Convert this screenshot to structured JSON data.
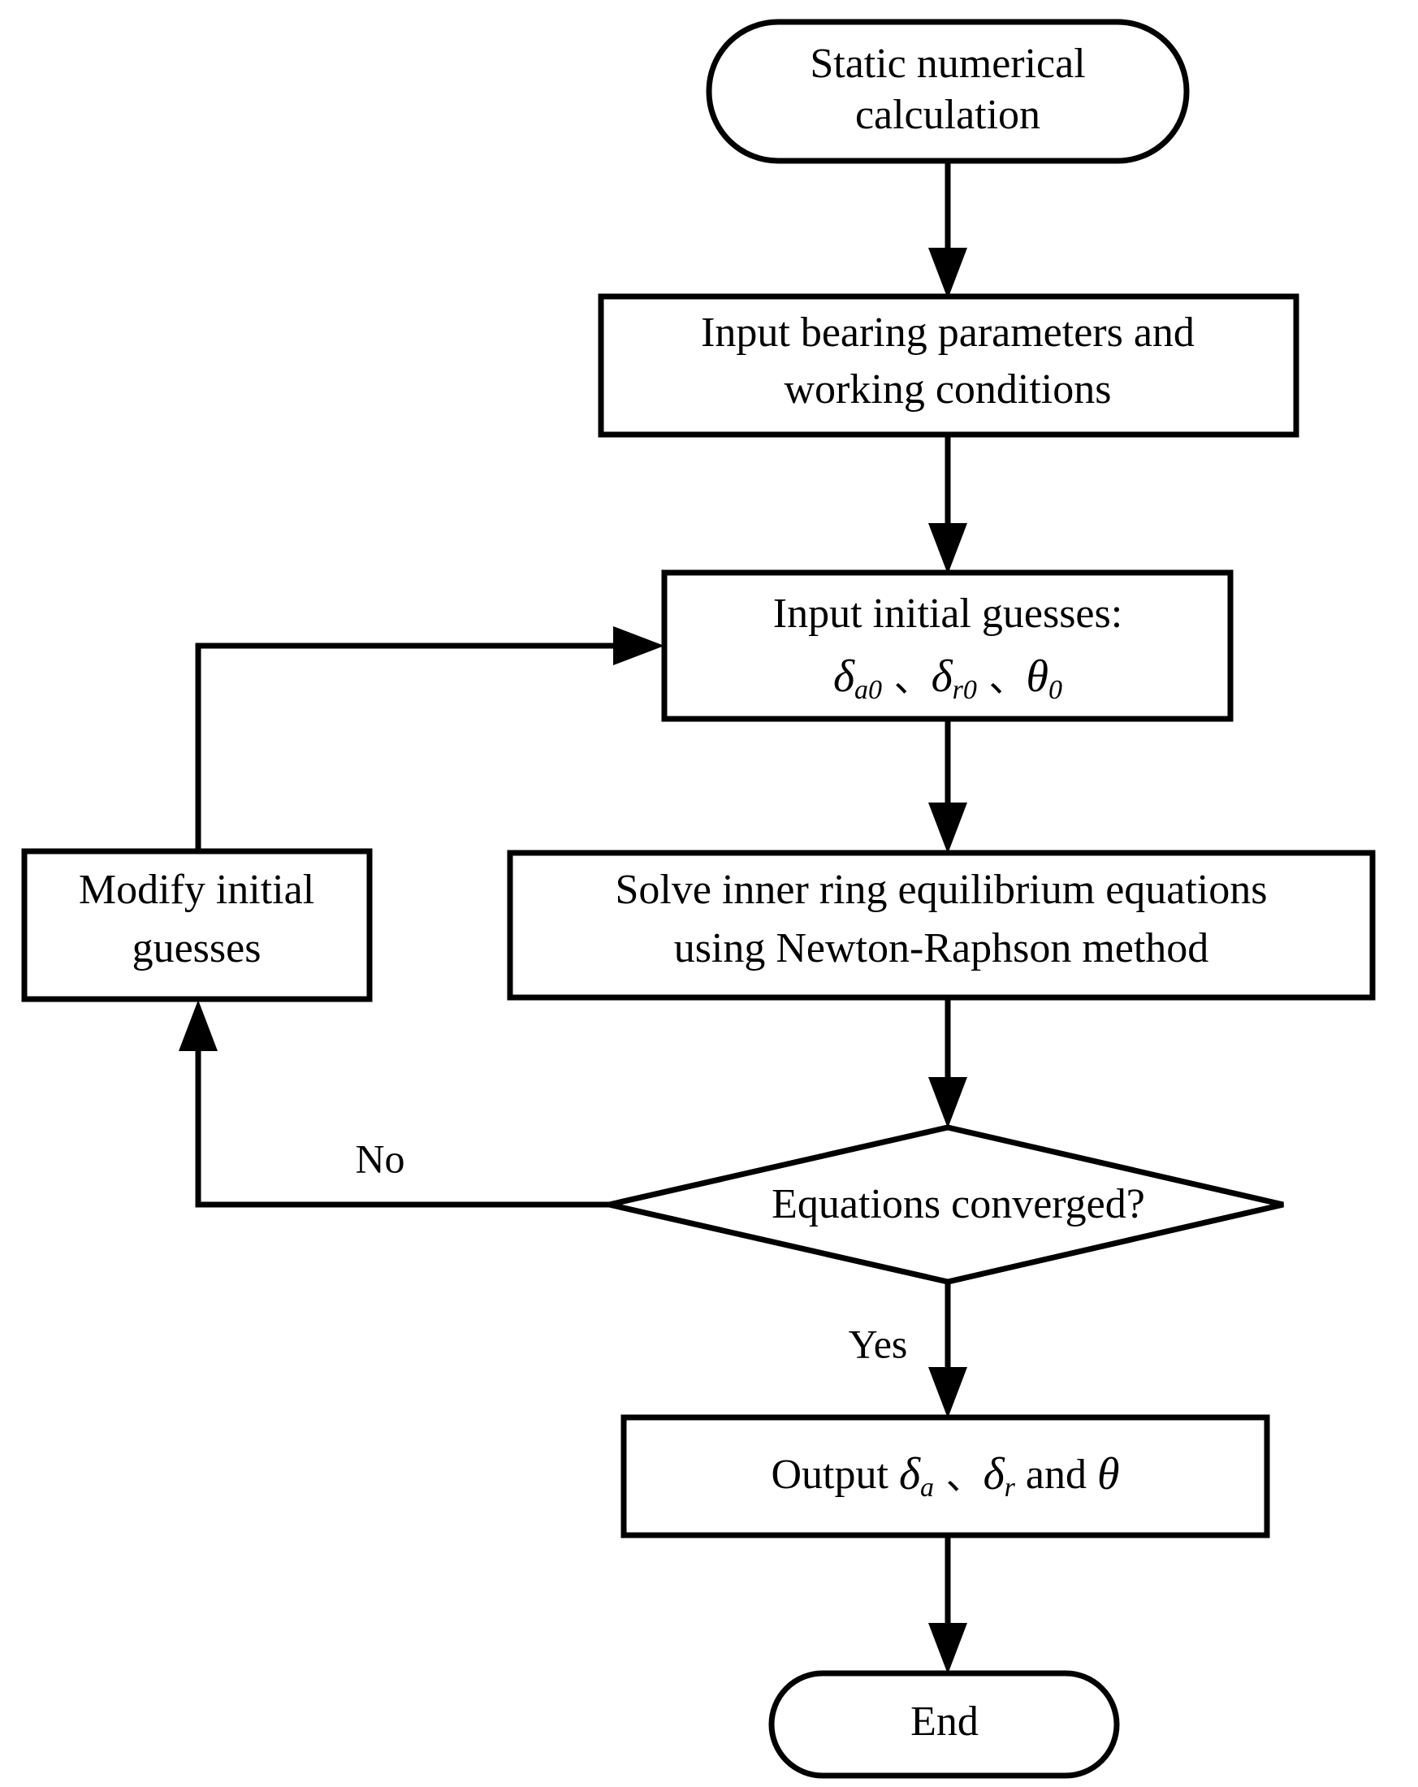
{
  "diagram": {
    "title": "Static numerical calculation flowchart",
    "type": "flowchart",
    "background_color": "#ffffff",
    "line_color": "#000000",
    "text_color": "#000000",
    "nodes": [
      {
        "id": "start",
        "shape": "stadium",
        "label_line1": "Static numerical",
        "label_line2": "calculation"
      },
      {
        "id": "input-params",
        "shape": "rectangle",
        "label_line1": "Input bearing parameters and",
        "label_line2": "working conditions"
      },
      {
        "id": "input-guesses",
        "shape": "rectangle",
        "label_line1": "Input initial guesses:",
        "label_line2_symbols": [
          {
            "base": "δ",
            "sub": "a0"
          },
          {
            "sep": "、"
          },
          {
            "base": "δ",
            "sub": "r0"
          },
          {
            "sep": "、"
          },
          {
            "base": "θ",
            "sub": "0"
          }
        ],
        "label_line2_plain": "δa0 、δr0 、θ0"
      },
      {
        "id": "modify-guesses",
        "shape": "rectangle",
        "label_line1": "Modify initial",
        "label_line2": "guesses"
      },
      {
        "id": "solve-equations",
        "shape": "rectangle",
        "label_line1": "Solve inner ring equilibrium equations",
        "label_line2": "using Newton-Raphson method"
      },
      {
        "id": "decision-converged",
        "shape": "diamond",
        "label_line1": "Equations converged?"
      },
      {
        "id": "output-results",
        "shape": "rectangle",
        "label_prefix": "Output ",
        "label_mid": " and ",
        "label_symbols": [
          {
            "base": "δ",
            "sub": "a"
          },
          {
            "sep": "、"
          },
          {
            "base": "δ",
            "sub": "r"
          },
          {
            "base": "θ",
            "sub": ""
          }
        ],
        "label_plain": "Output δa 、δr and θ"
      },
      {
        "id": "end",
        "shape": "stadium",
        "label_line1": "End"
      }
    ],
    "edge_labels": {
      "no": "No",
      "yes": "Yes"
    }
  }
}
